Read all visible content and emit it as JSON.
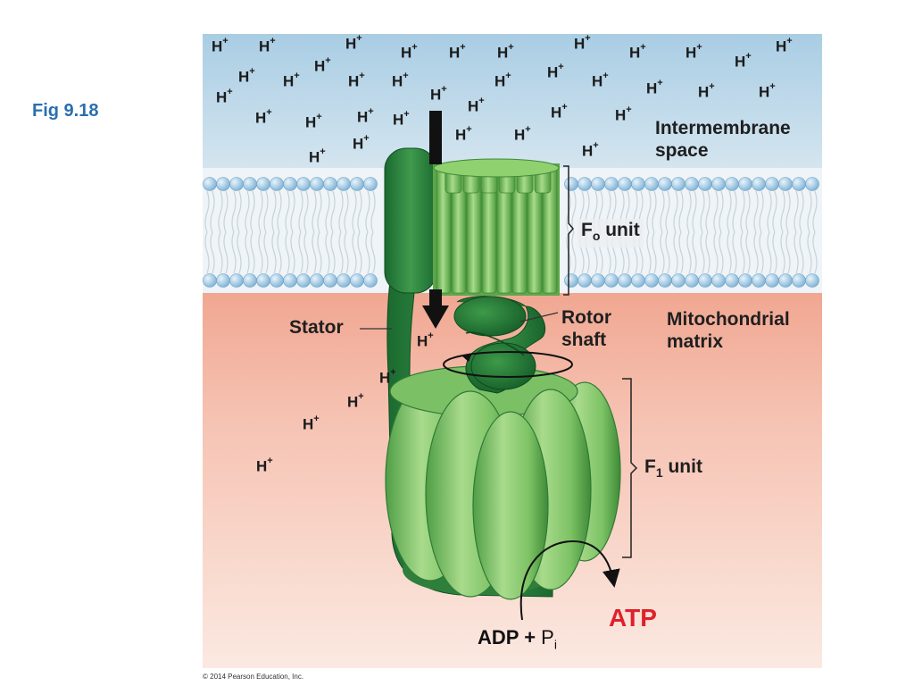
{
  "slide": {
    "fig_label": "Fig 9.18",
    "credit": "© 2014 Pearson Education, Inc."
  },
  "ion": {
    "base": "H",
    "charge": "+"
  },
  "labels": {
    "intermembrane": "Intermembrane",
    "space": "space",
    "fo_prefix": "F",
    "fo_sub": "o",
    "fo_suffix": " unit",
    "stator": "Stator",
    "rotor": "Rotor",
    "shaft": "shaft",
    "mito_line1": "Mitochondrial",
    "mito_line2": "matrix",
    "f1_prefix": "F",
    "f1_sub": "1",
    "f1_suffix": " unit"
  },
  "reaction": {
    "adp": "ADP",
    "plus": "+",
    "pi_base": "P",
    "pi_sub": "i",
    "atp": "ATP"
  },
  "colors": {
    "intermembrane_top": "#a9cde4",
    "intermembrane_bottom": "#d9e9f2",
    "matrix_top": "#f0a690",
    "matrix_bottom": "#fbe7df",
    "lipid_head": "#a8cde6",
    "protein_dark": "#1f7a3a",
    "protein_mid": "#5fae4f",
    "protein_light": "#9bd27e",
    "atp_red": "#e0202a"
  }
}
